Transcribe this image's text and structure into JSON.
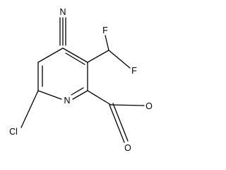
{
  "molecule": {
    "atoms": {
      "N_cyano": "N",
      "F_top": "F",
      "F_right": "F",
      "N_ring": "N",
      "Cl": "Cl",
      "O_carbonyl": "O",
      "O_ester": "O"
    }
  }
}
